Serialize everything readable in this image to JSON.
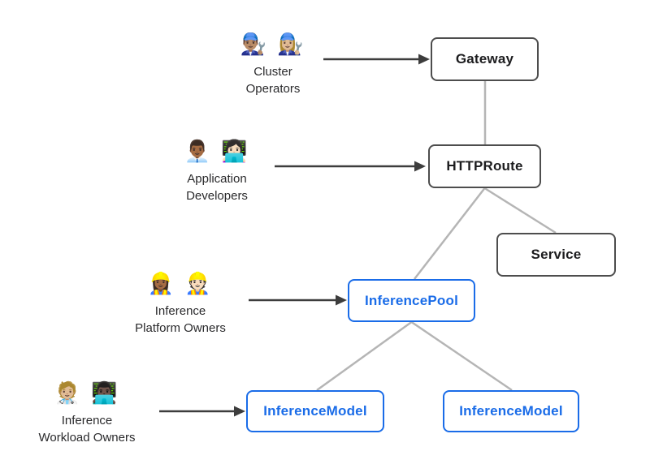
{
  "nodes": {
    "gateway": {
      "label": "Gateway"
    },
    "httproute": {
      "label": "HTTPRoute"
    },
    "service": {
      "label": "Service"
    },
    "inferencepool": {
      "label": "InferencePool"
    },
    "inferencemodel_left": {
      "label": "InferenceModel"
    },
    "inferencemodel_right": {
      "label": "InferenceModel"
    }
  },
  "actors": {
    "cluster_operators": {
      "emoji": "👨🏽‍🔧 👩🏼‍🔧",
      "label": "Cluster\nOperators"
    },
    "application_developers": {
      "emoji": "👨🏾‍💼 👩🏻‍💻",
      "label": "Application\nDevelopers"
    },
    "inference_platform_owners": {
      "emoji": "👷🏾‍♀️ 👷🏻",
      "label": "Inference\nPlatform Owners"
    },
    "inference_workload_owners": {
      "emoji": "🧑🏼‍⚕️ 👨🏿‍💻",
      "label": "Inference\nWorkload Owners"
    }
  },
  "colors": {
    "background": "#ffffff",
    "node_border_dark": "#4d4d4d",
    "node_text_dark": "#1c1c1e",
    "node_blue": "#1a6ce8",
    "connector_gray": "#b5b5b5",
    "arrow_dark": "#3d3d3d"
  }
}
